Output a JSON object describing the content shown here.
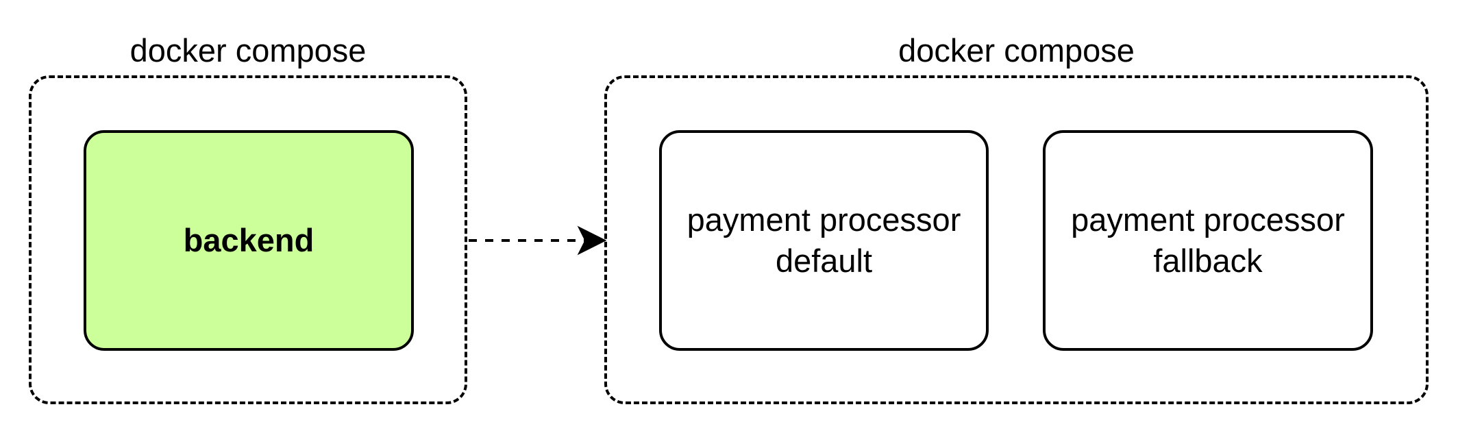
{
  "groups": [
    {
      "id": "left",
      "title": "docker compose"
    },
    {
      "id": "right",
      "title": "docker compose"
    }
  ],
  "nodes": {
    "backend": {
      "label": "backend",
      "fill": "#ccff99"
    },
    "default": {
      "label_line1": "payment processor",
      "label_line2": "default"
    },
    "fallback": {
      "label_line1": "payment processor",
      "label_line2": "fallback"
    }
  },
  "edges": [
    {
      "from": "left-group",
      "to": "right-group",
      "style": "dashed",
      "arrow": "classic"
    }
  ],
  "colors": {
    "stroke": "#000000",
    "backend_fill": "#ccff99",
    "background": "#ffffff"
  }
}
